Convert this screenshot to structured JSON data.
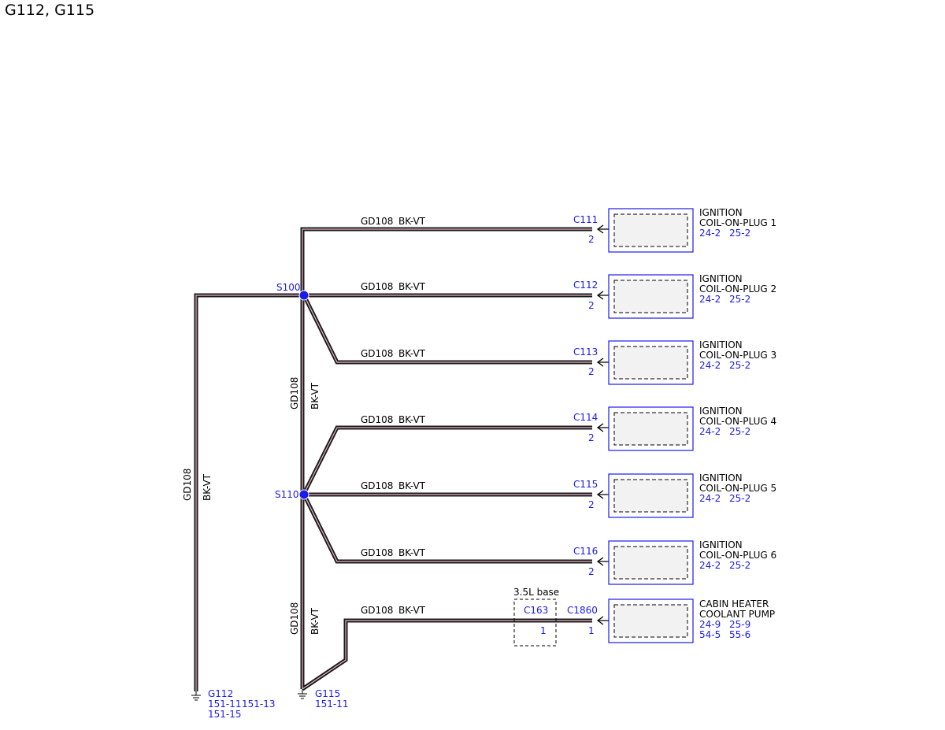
{
  "page_title": "G112, G115",
  "wire": {
    "circuit": "GD108",
    "color": "BK-VT"
  },
  "splices": {
    "s100": "S100",
    "s110": "S110"
  },
  "option_label": "3.5L base",
  "inline_connector": {
    "name": "C163",
    "pin": "1"
  },
  "components": [
    {
      "connector": "C111",
      "pin": "2",
      "name1": "IGNITION",
      "name2": "COIL-ON-PLUG 1",
      "ref1": "24-2",
      "ref2": "25-2"
    },
    {
      "connector": "C112",
      "pin": "2",
      "name1": "IGNITION",
      "name2": "COIL-ON-PLUG 2",
      "ref1": "24-2",
      "ref2": "25-2"
    },
    {
      "connector": "C113",
      "pin": "2",
      "name1": "IGNITION",
      "name2": "COIL-ON-PLUG 3",
      "ref1": "24-2",
      "ref2": "25-2"
    },
    {
      "connector": "C114",
      "pin": "2",
      "name1": "IGNITION",
      "name2": "COIL-ON-PLUG 4",
      "ref1": "24-2",
      "ref2": "25-2"
    },
    {
      "connector": "C115",
      "pin": "2",
      "name1": "IGNITION",
      "name2": "COIL-ON-PLUG 5",
      "ref1": "24-2",
      "ref2": "25-2"
    },
    {
      "connector": "C116",
      "pin": "2",
      "name1": "IGNITION",
      "name2": "COIL-ON-PLUG 6",
      "ref1": "24-2",
      "ref2": "25-2"
    },
    {
      "connector": "C1860",
      "pin": "1",
      "name1": "CABIN HEATER",
      "name2": "COOLANT PUMP",
      "ref1": "24-9",
      "ref2": "25-9",
      "ref3": "54-5",
      "ref4": "55-6"
    }
  ],
  "grounds": {
    "g112": {
      "name": "G112",
      "ref1": "151-11",
      "ref2": "151-13",
      "ref3": "151-15"
    },
    "g115": {
      "name": "G115",
      "ref1": "151-11"
    }
  },
  "colors": {
    "wire_outer": "#1a1a1a",
    "wire_inner": "#e8b4c8",
    "splice": "#1a1aee",
    "reference_text": "#1a1aee",
    "component_border": "#1a1aee",
    "component_fill": "#f2f2f2"
  }
}
